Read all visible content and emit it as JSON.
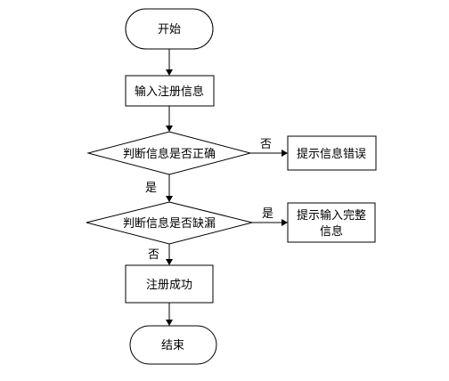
{
  "diagram": {
    "start": "开始",
    "input_info": "输入注册信息",
    "check_correct": "判断信息是否正确",
    "prompt_error": "提示信息错误",
    "check_missing": "判断信息是否缺漏",
    "prompt_complete_line1": "提示输入完整",
    "prompt_complete_line2": "信息",
    "register_success": "注册成功",
    "end": "结束"
  },
  "edges": {
    "correct_no": "否",
    "correct_yes": "是",
    "missing_yes": "是",
    "missing_no": "否"
  }
}
